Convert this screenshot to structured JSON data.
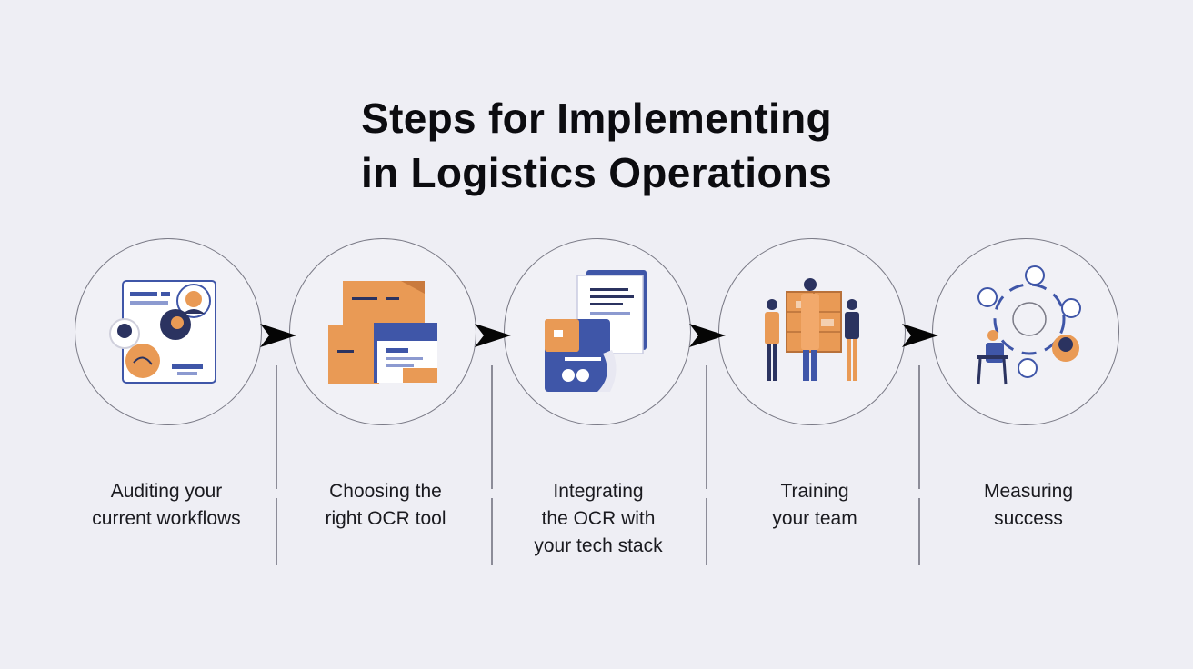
{
  "title": {
    "line1": "Steps for Implementing",
    "line2": "in Logistics Operations"
  },
  "steps": [
    {
      "line1": "Auditing your",
      "line2": "current workflows",
      "line3": "",
      "icon": "workflow-audit-icon"
    },
    {
      "line1": "Choosing the",
      "line2": "right OCR tool",
      "line3": "",
      "icon": "folders-icon"
    },
    {
      "line1": "Integrating",
      "line2": "the OCR with",
      "line3": "your tech stack",
      "icon": "document-scan-icon"
    },
    {
      "line1": "Training",
      "line2": "your team",
      "line3": "",
      "icon": "team-training-icon"
    },
    {
      "line1": "Measuring",
      "line2": "success",
      "line3": "",
      "icon": "success-cycle-icon"
    }
  ],
  "colors": {
    "orange": "#e99a55",
    "blue": "#3f56a8",
    "navy": "#2b3360",
    "outline": "#7a7a86",
    "background": "#eeeef4"
  }
}
